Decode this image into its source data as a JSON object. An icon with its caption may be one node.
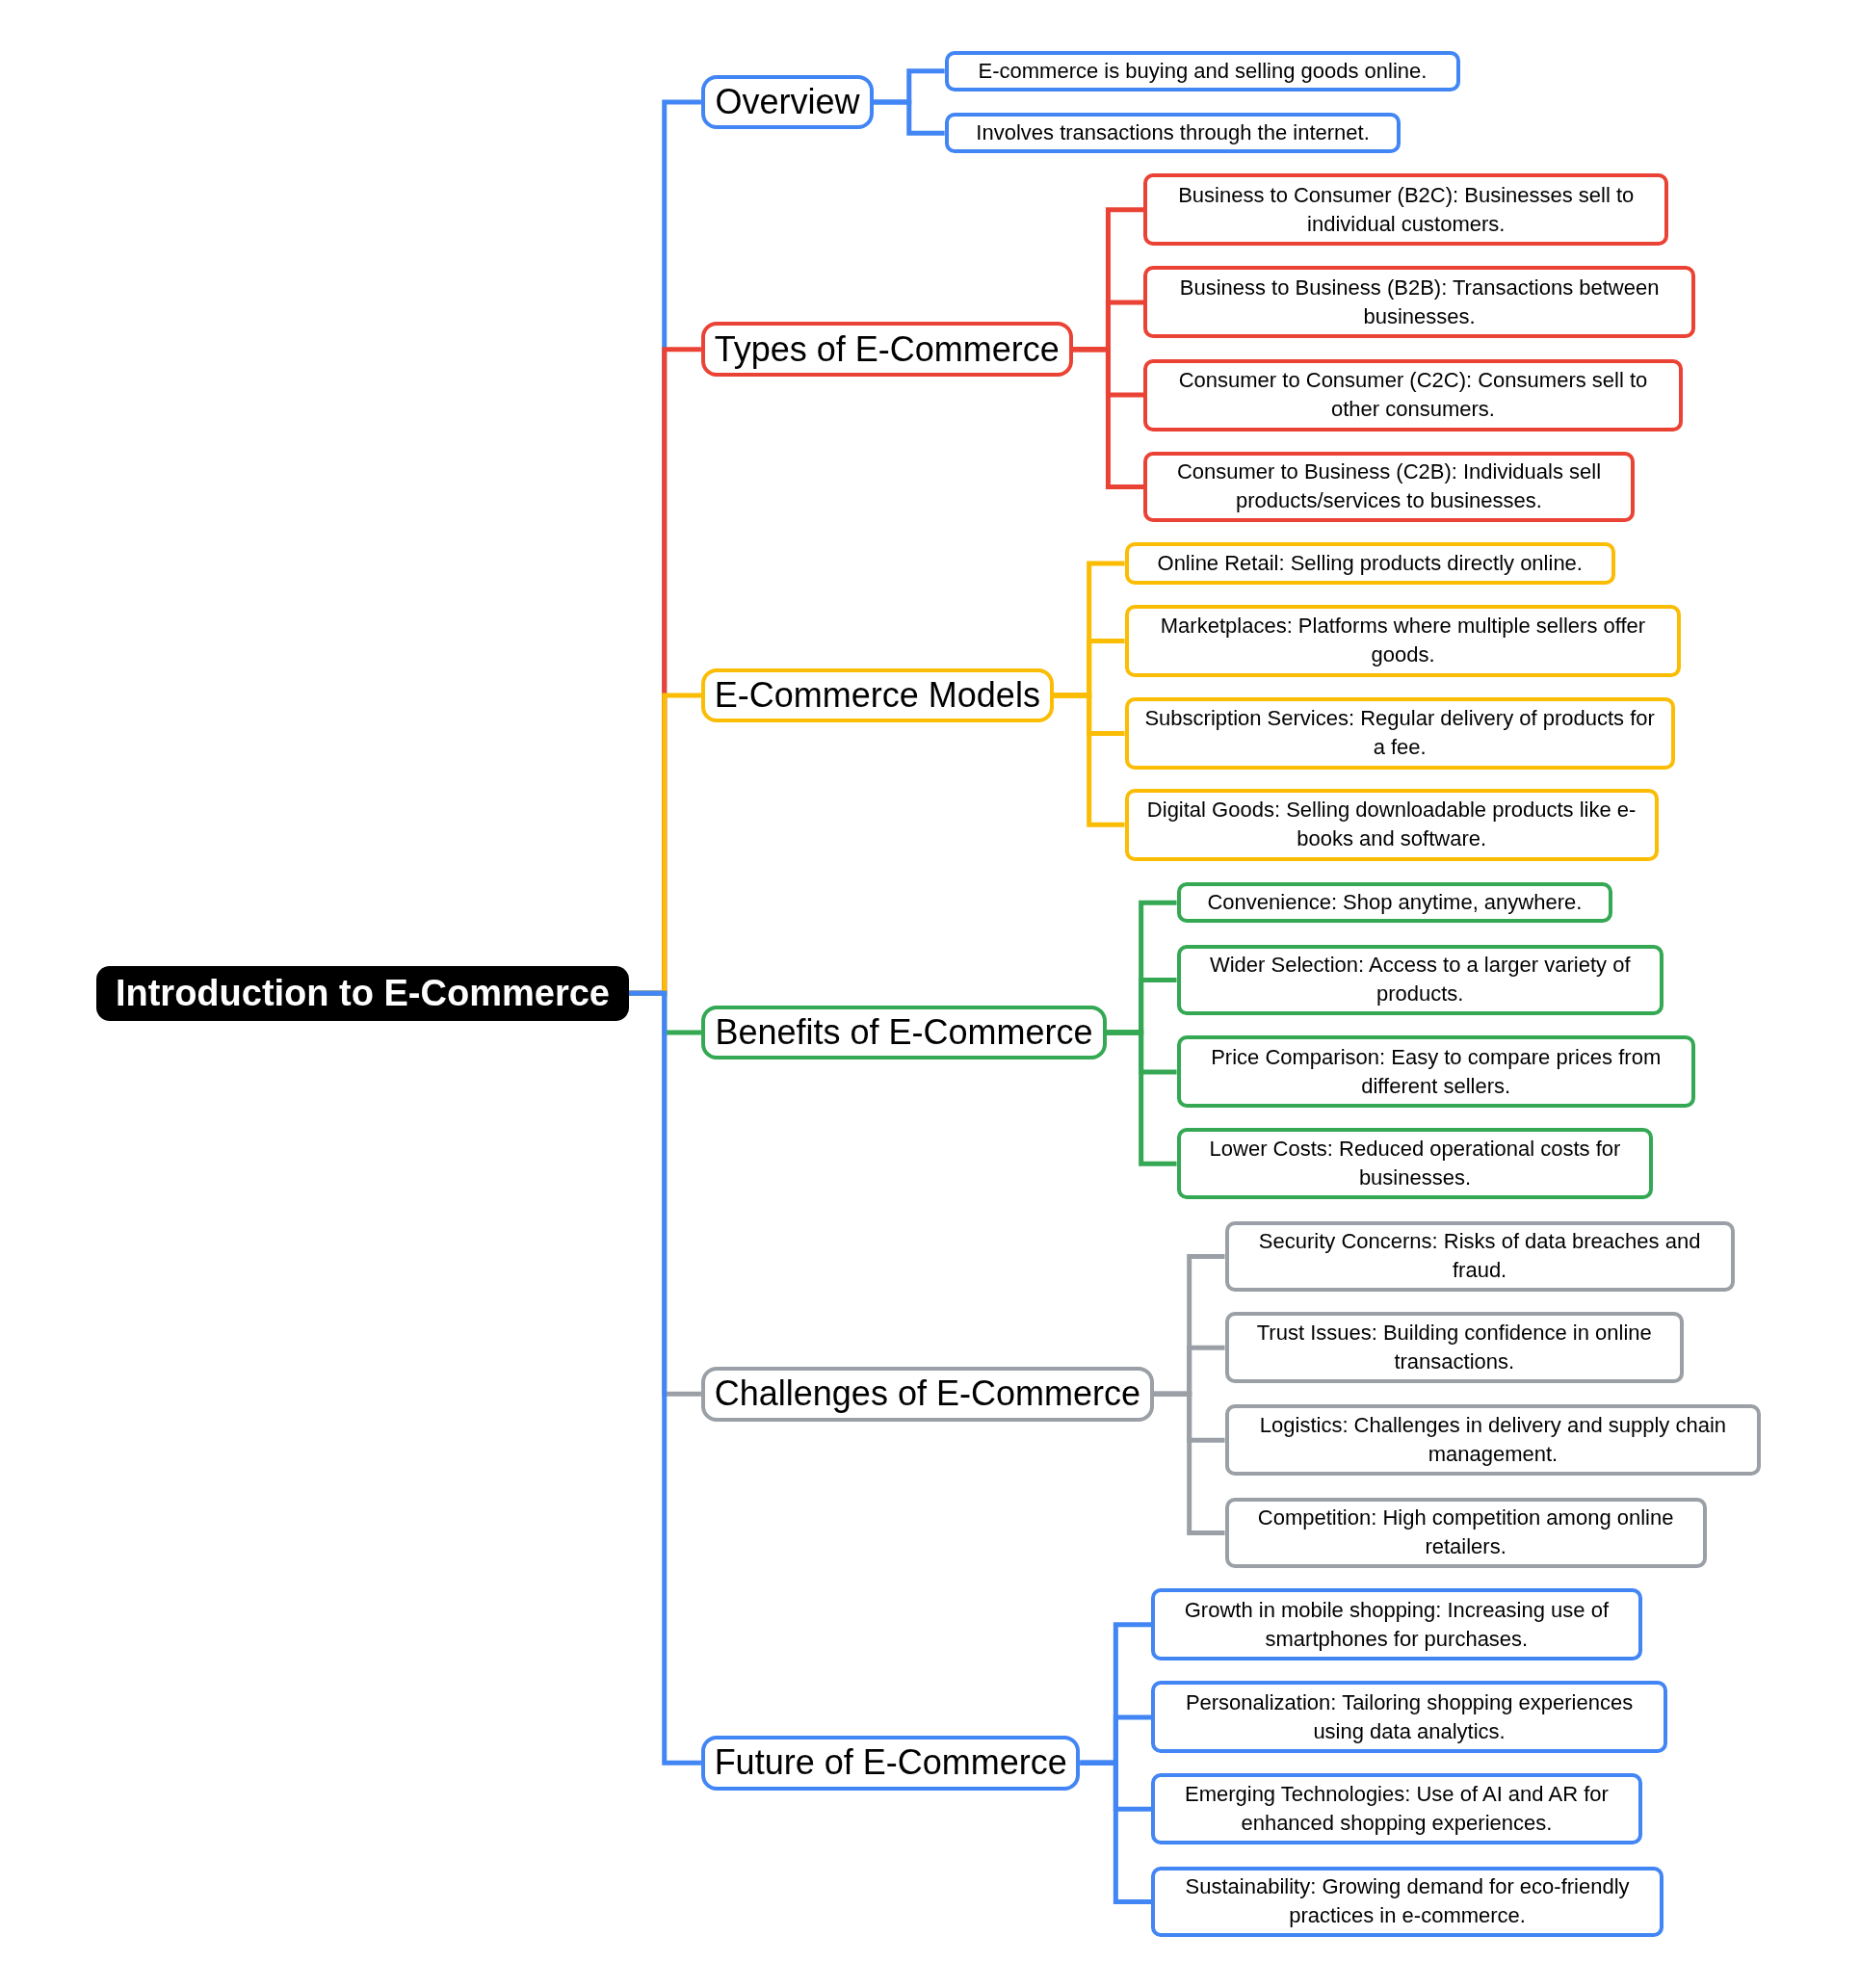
{
  "diagram": {
    "nodes": [
      {
        "text": [
          "Introduction to E-Commerce"
        ]
      },
      {
        "text": [
          "Overview"
        ]
      },
      {
        "text": [
          "E-commerce is buying and selling goods online."
        ]
      },
      {
        "text": [
          "Involves transactions through the internet."
        ]
      },
      {
        "text": [
          "Types of E-Commerce"
        ]
      },
      {
        "text": [
          "Business to Consumer (B2C): Businesses sell to individual customers."
        ]
      },
      {
        "text": [
          "Business to Business (B2B): Transactions between businesses."
        ]
      },
      {
        "text": [
          "Consumer to Consumer (C2C): Consumers sell to other consumers."
        ]
      },
      {
        "text": [
          "Consumer to Business (C2B): Individuals sell products/services to businesses."
        ]
      },
      {
        "text": [
          "E-Commerce Models"
        ]
      },
      {
        "text": [
          "Online Retail: Selling products directly online."
        ]
      },
      {
        "text": [
          "Marketplaces: Platforms where multiple sellers offer goods."
        ]
      },
      {
        "text": [
          "Subscription Services: Regular delivery of products for a fee."
        ]
      },
      {
        "text": [
          "Digital Goods: Selling downloadable products like e-books and software."
        ]
      },
      {
        "text": [
          "Benefits of E-Commerce"
        ]
      },
      {
        "text": [
          "Convenience: Shop anytime, anywhere."
        ]
      },
      {
        "text": [
          "Wider Selection: Access to a larger variety of products."
        ]
      },
      {
        "text": [
          "Price Comparison: Easy to compare prices from different sellers."
        ]
      },
      {
        "text": [
          "Lower Costs: Reduced operational costs for businesses."
        ]
      },
      {
        "text": [
          "Challenges of E-Commerce"
        ]
      },
      {
        "text": [
          "Security Concerns: Risks of data breaches and fraud."
        ]
      },
      {
        "text": [
          "Trust Issues: Building confidence in online transactions."
        ]
      },
      {
        "text": [
          "Logistics: Challenges in delivery and supply chain management."
        ]
      },
      {
        "text": [
          "Competition: High competition among online retailers."
        ]
      },
      {
        "text": [
          "Future of E-Commerce"
        ]
      },
      {
        "text": [
          "Growth in mobile shopping: Increasing use of smartphones for purchases."
        ]
      },
      {
        "text": [
          "Personalization: Tailoring shopping experiences using data analytics."
        ]
      },
      {
        "text": [
          "Emerging Technologies: Use of AI and AR for enhanced shopping experiences."
        ]
      },
      {
        "text": [
          "Sustainability: Growing demand for eco-friendly practices in e-commerce."
        ]
      }
    ],
    "edges": [
      {
        "from": 0,
        "to": 1,
        "arrow": "none",
        "color": "#4285f4"
      },
      {
        "from": 1,
        "to": 2,
        "arrow": "none",
        "color": "#4285f4"
      },
      {
        "from": 1,
        "to": 3,
        "arrow": "none",
        "color": "#4285f4"
      },
      {
        "from": 0,
        "to": 4,
        "arrow": "none",
        "color": "#ea4335"
      },
      {
        "from": 4,
        "to": 5,
        "arrow": "none",
        "color": "#ea4335"
      },
      {
        "from": 4,
        "to": 6,
        "arrow": "none",
        "color": "#ea4335"
      },
      {
        "from": 4,
        "to": 7,
        "arrow": "none",
        "color": "#ea4335"
      },
      {
        "from": 4,
        "to": 8,
        "arrow": "none",
        "color": "#ea4335"
      },
      {
        "from": 0,
        "to": 9,
        "arrow": "none",
        "color": "#fbbc04"
      },
      {
        "from": 9,
        "to": 10,
        "arrow": "none",
        "color": "#fbbc04"
      },
      {
        "from": 9,
        "to": 11,
        "arrow": "none",
        "color": "#fbbc04"
      },
      {
        "from": 9,
        "to": 12,
        "arrow": "none",
        "color": "#fbbc04"
      },
      {
        "from": 9,
        "to": 13,
        "arrow": "none",
        "color": "#fbbc04"
      },
      {
        "from": 0,
        "to": 14,
        "arrow": "none",
        "color": "#34a853"
      },
      {
        "from": 14,
        "to": 15,
        "arrow": "none",
        "color": "#34a853"
      },
      {
        "from": 14,
        "to": 16,
        "arrow": "none",
        "color": "#34a853"
      },
      {
        "from": 14,
        "to": 17,
        "arrow": "none",
        "color": "#34a853"
      },
      {
        "from": 14,
        "to": 18,
        "arrow": "none",
        "color": "#34a853"
      },
      {
        "from": 0,
        "to": 19,
        "arrow": "none",
        "color": "#9aa0a6"
      },
      {
        "from": 19,
        "to": 20,
        "arrow": "none",
        "color": "#9aa0a6"
      },
      {
        "from": 19,
        "to": 21,
        "arrow": "none",
        "color": "#9aa0a6"
      },
      {
        "from": 19,
        "to": 22,
        "arrow": "none",
        "color": "#9aa0a6"
      },
      {
        "from": 19,
        "to": 23,
        "arrow": "none",
        "color": "#9aa0a6"
      },
      {
        "from": 0,
        "to": 24,
        "arrow": "none",
        "color": "#4285f4"
      },
      {
        "from": 24,
        "to": 25,
        "arrow": "none",
        "color": "#4285f4"
      },
      {
        "from": 24,
        "to": 26,
        "arrow": "none",
        "color": "#4285f4"
      },
      {
        "from": 24,
        "to": 27,
        "arrow": "none",
        "color": "#4285f4"
      },
      {
        "from": 24,
        "to": 28,
        "arrow": "none",
        "color": "#4285f4"
      }
    ]
  }
}
